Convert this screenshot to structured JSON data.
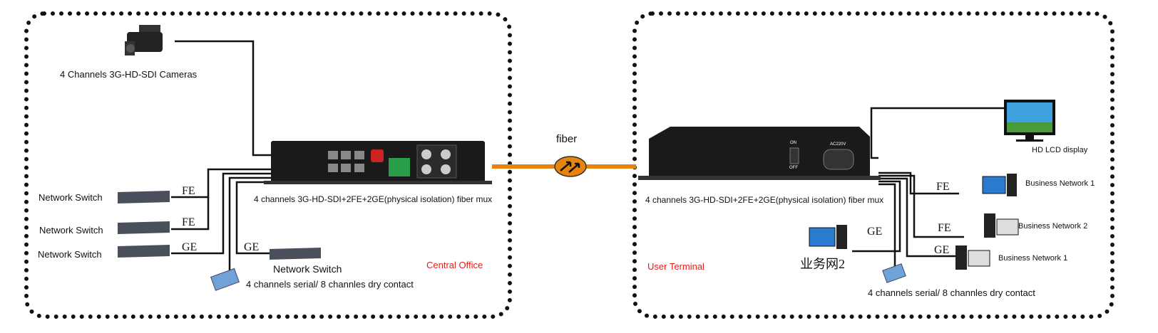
{
  "central_office": {
    "title": "Central Office",
    "cameras_label": "4 Channels 3G-HD-SDI Cameras",
    "mux_label": "4 channels 3G-HD-SDI+2FE+2GE(physical isolation) fiber mux",
    "switches": [
      {
        "label": "Network Switch",
        "link": "FE"
      },
      {
        "label": "Network Switch",
        "link": "FE"
      },
      {
        "label": "Network Switch",
        "link": "GE"
      }
    ],
    "switch4": {
      "label": "Network Switch",
      "link": "GE"
    },
    "serial_label": "4 channels serial/ 8 channles dry contact"
  },
  "fiber": {
    "label": "fiber",
    "color": "#e8840e"
  },
  "user_terminal": {
    "title": "User Terminal",
    "mux_label": "4 channels 3G-HD-SDI+2FE+2GE(physical isolation) fiber mux",
    "mux_power": {
      "on": "ON",
      "off": "OFF",
      "ac": "AC220V"
    },
    "display_label": "HD LCD display",
    "business": [
      {
        "label": "Business Network 1",
        "link": "FE"
      },
      {
        "label": "Business Network 2",
        "link": "FE"
      },
      {
        "label": "Business Network 1",
        "link": "GE"
      }
    ],
    "pc2": {
      "label": "业务网2",
      "link": "GE"
    },
    "serial_label": "4 channels serial/ 8 channles dry contact"
  },
  "colors": {
    "accent_red": "#e0201c",
    "fiber_orange": "#e8840e"
  }
}
